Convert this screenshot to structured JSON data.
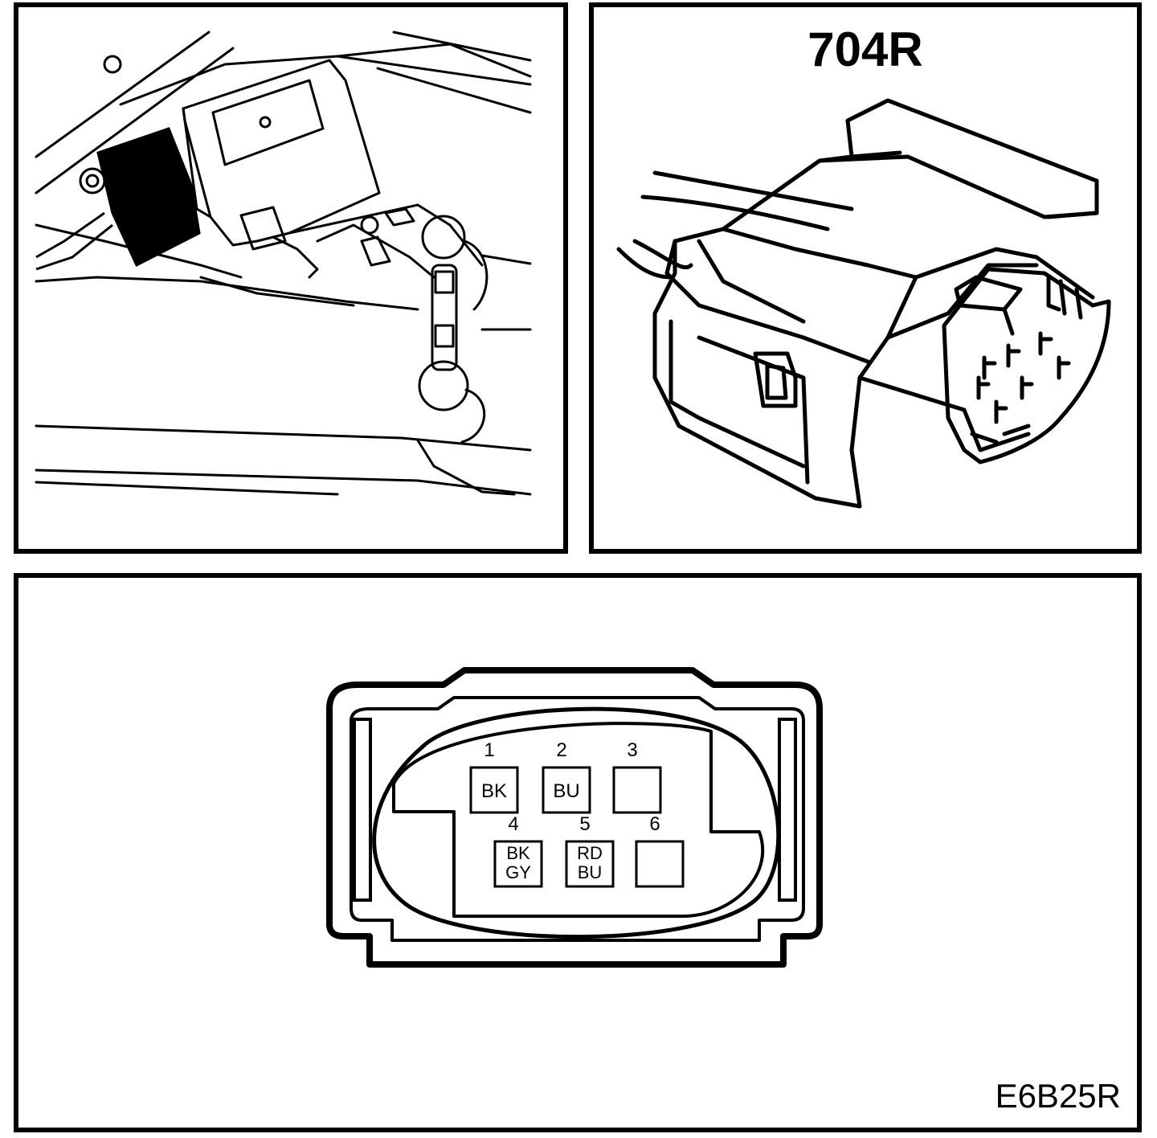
{
  "connector_id": "704R",
  "figure_code": "E6B25R",
  "pins": [
    {
      "number": "1",
      "wire_color": [
        "BK"
      ]
    },
    {
      "number": "2",
      "wire_color": [
        "BU"
      ]
    },
    {
      "number": "3",
      "wire_color": []
    },
    {
      "number": "4",
      "wire_color": [
        "BK",
        "GY"
      ]
    },
    {
      "number": "5",
      "wire_color": [
        "RD",
        "BU"
      ]
    },
    {
      "number": "6",
      "wire_color": []
    }
  ]
}
